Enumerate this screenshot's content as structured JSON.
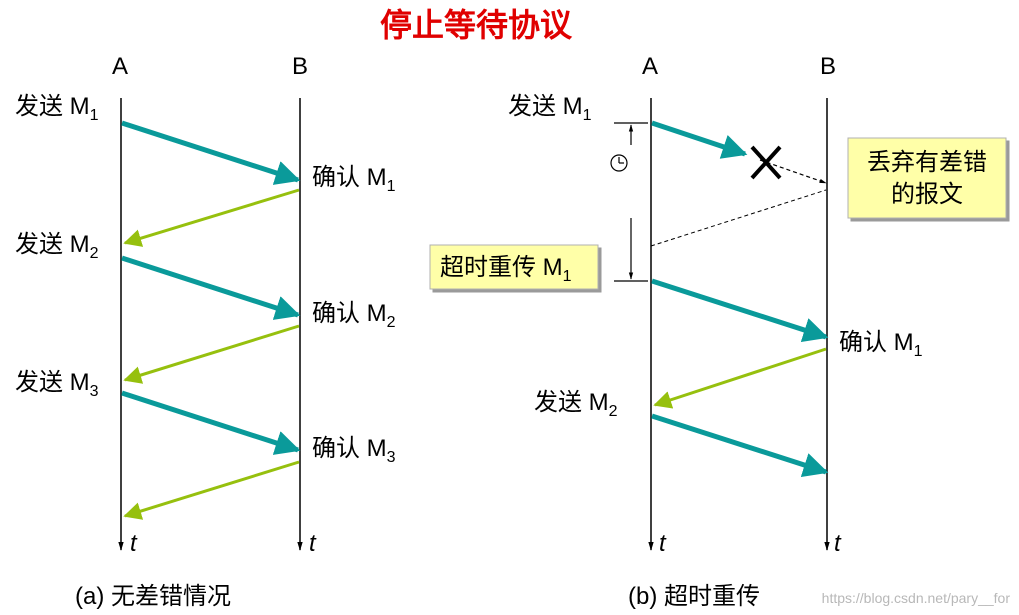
{
  "title": "停止等待协议",
  "colors": {
    "send_arrow": "#0a9a9a",
    "ack_arrow": "#96c00e",
    "title": "#e00000",
    "note_fill": "#ffffa8"
  },
  "panel_a": {
    "host_a": "A",
    "host_b": "B",
    "time_a": "t",
    "time_b": "t",
    "send_1": "发送 M",
    "send_1_sub": "1",
    "ack_1": "确认 M",
    "ack_1_sub": "1",
    "send_2": "发送 M",
    "send_2_sub": "2",
    "ack_2": "确认 M",
    "ack_2_sub": "2",
    "send_3": "发送 M",
    "send_3_sub": "3",
    "ack_3": "确认 M",
    "ack_3_sub": "3",
    "caption": "(a) 无差错情况"
  },
  "panel_b": {
    "host_a": "A",
    "host_b": "B",
    "time_a": "t",
    "time_b": "t",
    "send_1": "发送 M",
    "send_1_sub": "1",
    "discard_line1": "丢弃有差错",
    "discard_line2": "的报文",
    "timeout": "超时重传 M",
    "timeout_sub": "1",
    "ack_1": "确认 M",
    "ack_1_sub": "1",
    "send_2": "发送 M",
    "send_2_sub": "2",
    "caption": "(b) 超时重传"
  },
  "watermark": "https://blog.csdn.net/pary__for"
}
